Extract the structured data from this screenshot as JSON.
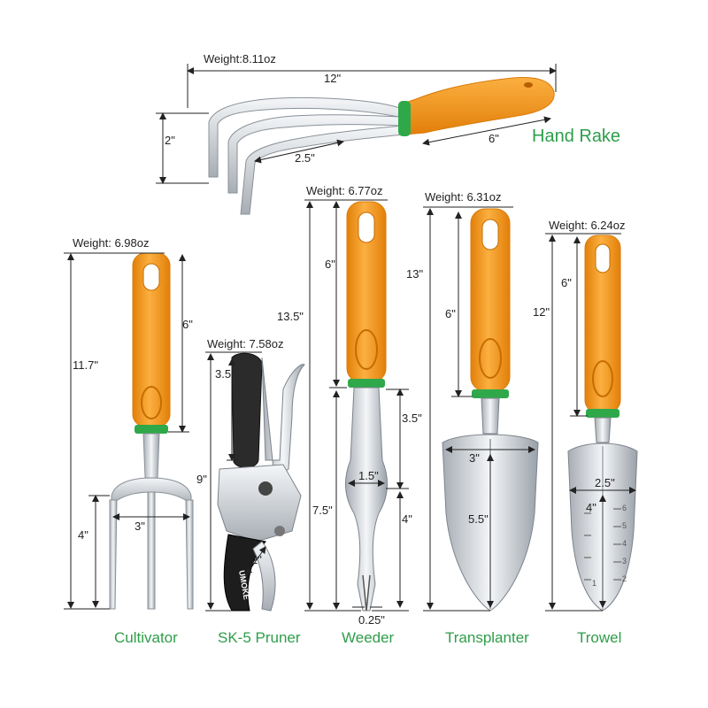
{
  "colors": {
    "handle_orange": "#f39a1a",
    "handle_dark": "#d97a08",
    "collar_green": "#2fa84a",
    "steel": "#c9ced4",
    "steel_light": "#eef1f4",
    "label_green": "#2e9e4a",
    "dim_line": "#222222"
  },
  "tools": {
    "hand_rake": {
      "name": "Hand Rake",
      "weight": "Weight:8.11oz",
      "total_length": "12\"",
      "height": "2\"",
      "tine_width": "2.5\"",
      "handle_length": "6\""
    },
    "cultivator": {
      "name": "Cultivator",
      "weight": "Weight: 6.98oz",
      "total_length": "11.7\"",
      "handle_length": "6\"",
      "tine_length": "4\"",
      "tine_width": "3\""
    },
    "pruner": {
      "name": "SK-5 Pruner",
      "weight": "Weight: 7.58oz",
      "total_length": "9\"",
      "handle_length": "3.5\"",
      "blade_length": "2\"",
      "blade_brand": "UMOKE"
    },
    "weeder": {
      "name": "Weeder",
      "weight": "Weight: 6.77oz",
      "total_length": "13.5\"",
      "handle_length": "6\"",
      "neck_length": "3.5\"",
      "blade_length": "7.5\"",
      "width": "1.5\"",
      "fork_length": "4\"",
      "tip_width": "0.25\""
    },
    "transplanter": {
      "name": "Transplanter",
      "weight": "Weight: 6.31oz",
      "total_length": "13\"",
      "handle_length": "6\"",
      "blade_width": "3\"",
      "blade_length": "5.5\""
    },
    "trowel": {
      "name": "Trowel",
      "weight": "Weight: 6.24oz",
      "total_length": "12\"",
      "handle_length": "6\"",
      "blade_width": "2.5\"",
      "blade_length": "4\"",
      "scale_marks": [
        "1",
        "2",
        "3",
        "4",
        "5",
        "6"
      ]
    }
  }
}
